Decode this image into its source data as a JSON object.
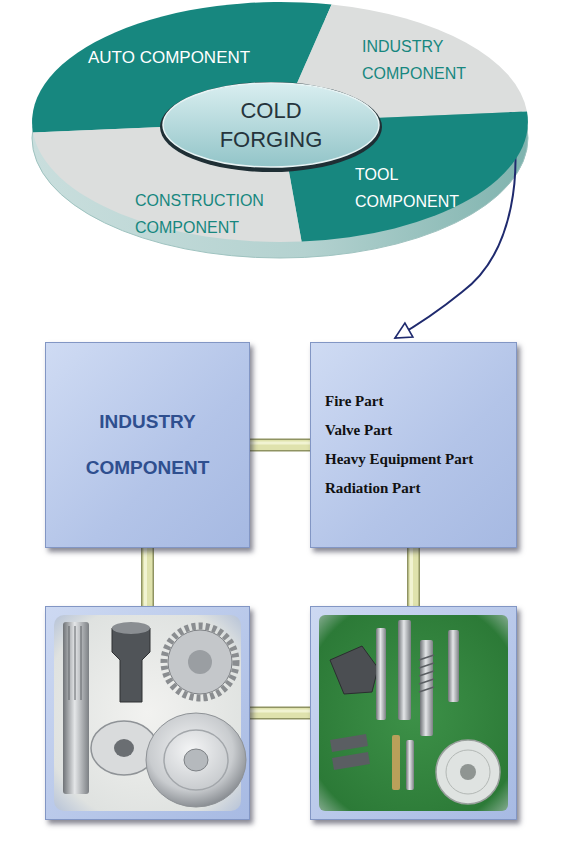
{
  "diagram": {
    "nodes": [
      {
        "text": [
          "AUTO COMPONENT"
        ]
      },
      {
        "text": [
          "INDUSTRY COMPONENT"
        ]
      },
      {
        "text": [
          "TOOL COMPONENT"
        ]
      },
      {
        "text": [
          "CONSTRUCTION COMPONENT"
        ]
      },
      {
        "text": [
          "COLD FORGING"
        ]
      },
      {
        "text": [
          "INDUSTRY COMPONENT"
        ]
      },
      {
        "text": [
          "Fire Part",
          "Valve Part",
          "Heavy Equipment Part",
          "Radiation Part"
        ]
      },
      {
        "text": []
      },
      {
        "text": []
      }
    ],
    "edges": [
      {
        "from": 1,
        "to": 6,
        "arrow": "to"
      },
      {
        "from": 5,
        "to": 6,
        "arrow": "none"
      },
      {
        "from": 5,
        "to": 7,
        "arrow": "none"
      },
      {
        "from": 6,
        "to": 8,
        "arrow": "none"
      },
      {
        "from": 7,
        "to": 8,
        "arrow": "none"
      }
    ]
  }
}
